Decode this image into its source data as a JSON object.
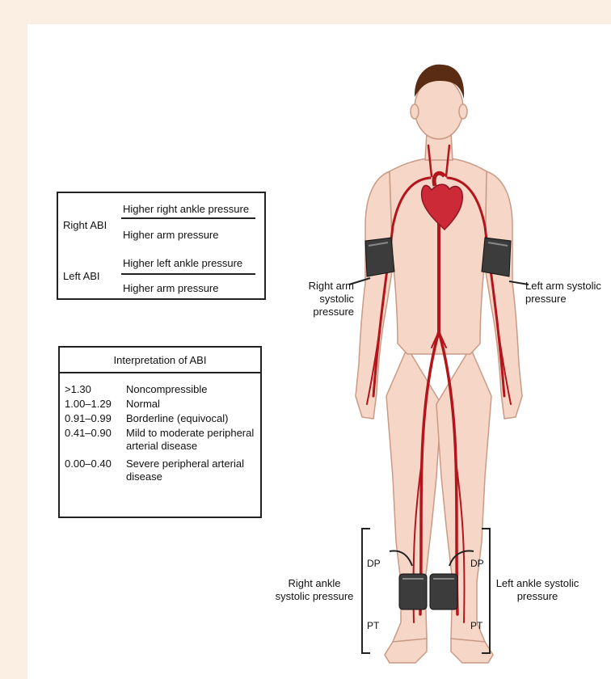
{
  "abi_formula": {
    "right_label": "Right ABI",
    "right_numerator": "Higher right ankle pressure",
    "right_denominator": "Higher arm pressure",
    "left_label": "Left ABI",
    "left_numerator": "Higher left ankle pressure",
    "left_denominator": "Higher arm pressure"
  },
  "interpretation": {
    "title": "Interpretation of ABI",
    "rows": [
      {
        "range": ">1.30",
        "meaning": "Noncompressible"
      },
      {
        "range": "1.00–1.29",
        "meaning": "Normal"
      },
      {
        "range": "0.91–0.99",
        "meaning": "Borderline (equivocal)"
      },
      {
        "range": "0.41–0.90",
        "meaning": "Mild to moderate peripheral arterial disease"
      },
      {
        "range": "0.00–0.40",
        "meaning": "Severe peripheral arterial disease"
      }
    ]
  },
  "callouts": {
    "right_arm": "Right arm systolic pressure",
    "left_arm": "Left arm systolic pressure",
    "right_ankle": "Right ankle systolic pressure",
    "left_ankle": "Left ankle systolic pressure",
    "dp_left": "DP",
    "pt_left": "PT",
    "dp_right": "DP",
    "pt_right": "PT"
  },
  "colors": {
    "skin": "#f6d6c6",
    "skin_outline": "#c99a86",
    "artery": "#b3151d",
    "heart": "#cc2a36",
    "cuff": "#3c3c3c",
    "hair": "#5a2c14"
  }
}
